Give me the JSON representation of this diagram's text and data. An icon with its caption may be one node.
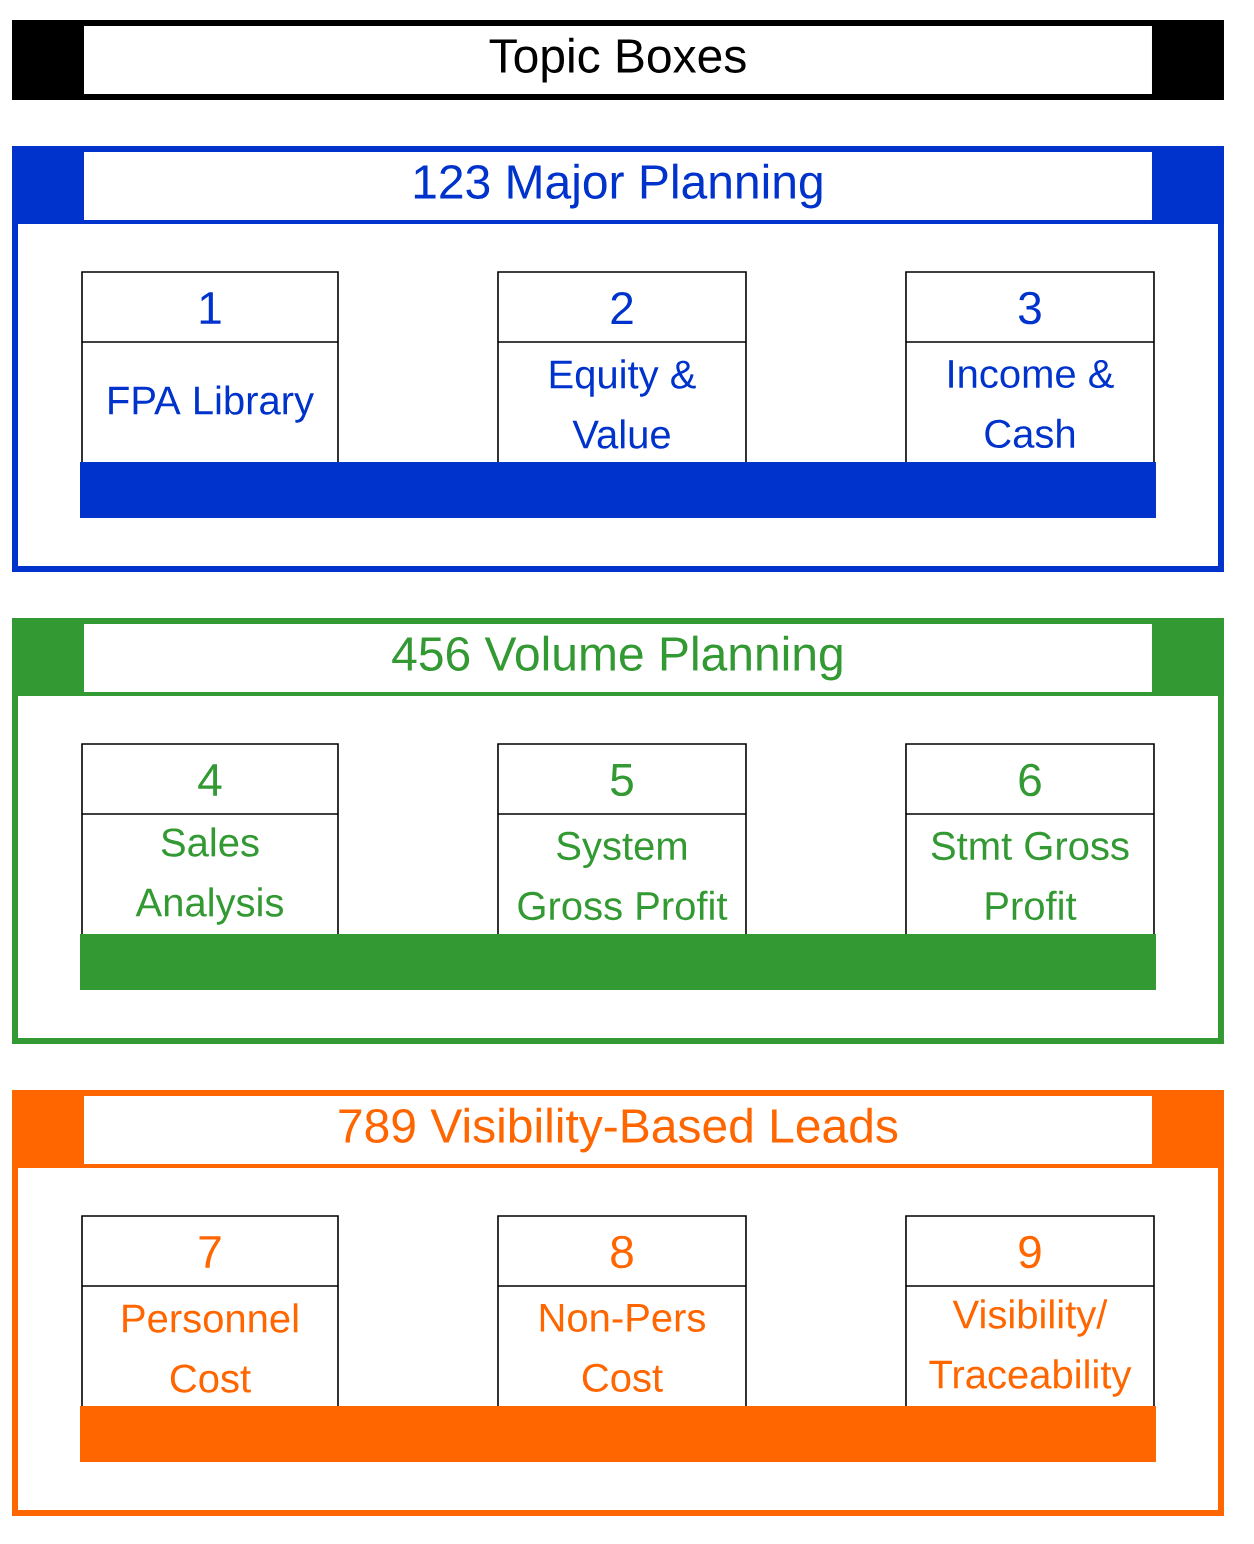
{
  "diagram": {
    "nodes": [
      {
        "text": [
          "Topic Boxes"
        ]
      },
      {
        "text": [
          "123 Major Planning"
        ]
      },
      {
        "text": [
          "1",
          "FPA Library"
        ],
        "in": 1
      },
      {
        "text": [
          "2",
          "Equity & Value"
        ],
        "in": 1
      },
      {
        "text": [
          "3",
          "Income & Cash"
        ],
        "in": 1
      },
      {
        "text": [
          "456 Volume Planning"
        ]
      },
      {
        "text": [
          "4",
          "Sales Analysis"
        ],
        "in": 5
      },
      {
        "text": [
          "5",
          "System Gross Profit"
        ],
        "in": 5
      },
      {
        "text": [
          "6",
          "Stmt Gross Profit"
        ],
        "in": 5
      },
      {
        "text": [
          "789 Visibility-Based Leads"
        ]
      },
      {
        "text": [
          "7",
          "Personnel Cost"
        ],
        "in": 9
      },
      {
        "text": [
          "8",
          "Non-Pers Cost"
        ],
        "in": 9
      },
      {
        "text": [
          "9",
          "Visibility/ Traceability"
        ],
        "in": 9
      }
    ]
  }
}
